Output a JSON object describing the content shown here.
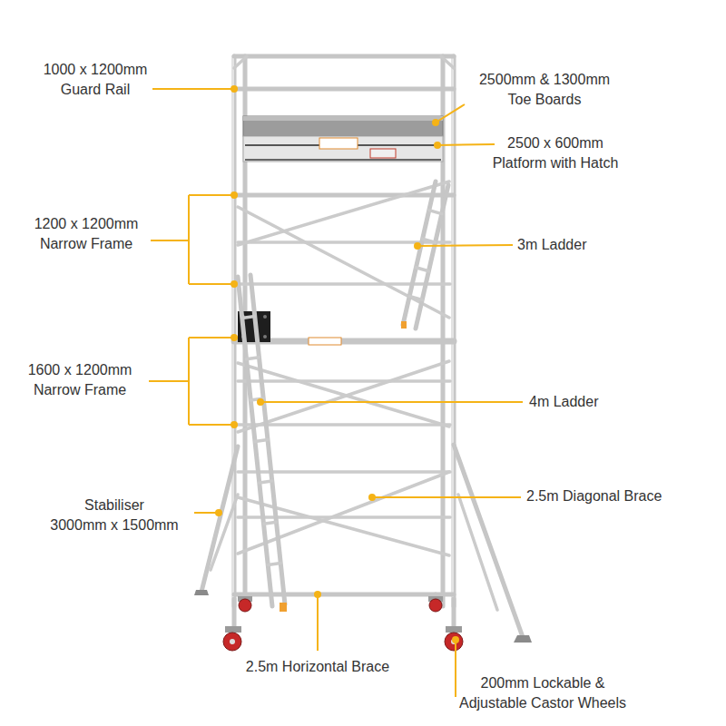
{
  "diagram": {
    "labels": [
      "1000 x 1200mm Guard Rail",
      "2500mm & 1300mm Toe Boards",
      "2500 x 600mm Platform with Hatch",
      "1200 x 1200mm Narrow Frame",
      "3m Ladder",
      "1600 x 1200mm Narrow Frame",
      "4m Ladder",
      "2.5m Diagonal Brace",
      "Stabiliser 3000mm x 1500mm",
      "2.5m Horizontal Brace",
      "200mm Lockable & Adjustable Castor Wheels"
    ]
  }
}
